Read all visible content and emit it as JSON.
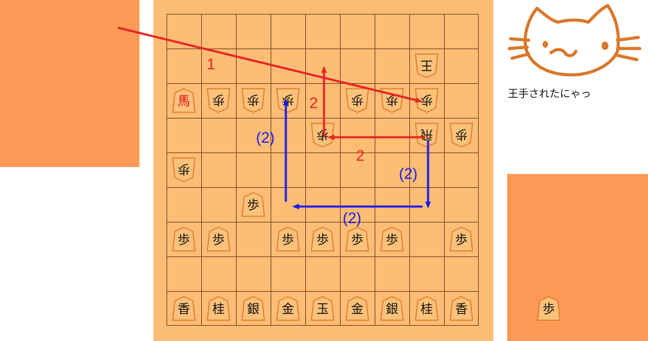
{
  "komadai": {
    "top_label": "",
    "bottom_pieces": [
      "歩"
    ]
  },
  "board": {
    "files": 9,
    "ranks": 9,
    "pieces": [
      {
        "id": "e-king",
        "ch": "王",
        "file": 2,
        "rank": 2,
        "side": "gote"
      },
      {
        "id": "p-horse",
        "ch": "馬",
        "file": 9,
        "rank": 3,
        "side": "sente",
        "promoted": true
      },
      {
        "id": "e-pawn-8",
        "ch": "歩",
        "file": 8,
        "rank": 3,
        "side": "gote"
      },
      {
        "id": "e-pawn-7",
        "ch": "歩",
        "file": 7,
        "rank": 3,
        "side": "gote"
      },
      {
        "id": "e-pawn-6",
        "ch": "歩",
        "file": 6,
        "rank": 3,
        "side": "gote"
      },
      {
        "id": "e-pawn-4",
        "ch": "歩",
        "file": 4,
        "rank": 3,
        "side": "gote"
      },
      {
        "id": "e-pawn-3",
        "ch": "歩",
        "file": 3,
        "rank": 3,
        "side": "gote"
      },
      {
        "id": "e-pawn-2",
        "ch": "歩",
        "file": 2,
        "rank": 3,
        "side": "gote"
      },
      {
        "id": "e-pawn-5",
        "ch": "歩",
        "file": 5,
        "rank": 4,
        "side": "gote"
      },
      {
        "id": "e-rook",
        "ch": "飛",
        "file": 2,
        "rank": 4,
        "side": "gote"
      },
      {
        "id": "e-pawn-1",
        "ch": "歩",
        "file": 1,
        "rank": 4,
        "side": "gote"
      },
      {
        "id": "e-pawn-9",
        "ch": "歩",
        "file": 9,
        "rank": 5,
        "side": "gote"
      },
      {
        "id": "s-pawn-7",
        "ch": "歩",
        "file": 7,
        "rank": 6,
        "side": "sente"
      },
      {
        "id": "s-pawn-9",
        "ch": "歩",
        "file": 9,
        "rank": 7,
        "side": "sente"
      },
      {
        "id": "s-pawn-8",
        "ch": "歩",
        "file": 8,
        "rank": 7,
        "side": "sente"
      },
      {
        "id": "s-pawn-6",
        "ch": "歩",
        "file": 6,
        "rank": 7,
        "side": "sente"
      },
      {
        "id": "s-pawn-5",
        "ch": "歩",
        "file": 5,
        "rank": 7,
        "side": "sente"
      },
      {
        "id": "s-pawn-4",
        "ch": "歩",
        "file": 4,
        "rank": 7,
        "side": "sente"
      },
      {
        "id": "s-pawn-3",
        "ch": "歩",
        "file": 3,
        "rank": 7,
        "side": "sente"
      },
      {
        "id": "s-pawn-1",
        "ch": "歩",
        "file": 1,
        "rank": 7,
        "side": "sente"
      },
      {
        "id": "s-lance-9",
        "ch": "香",
        "file": 9,
        "rank": 9,
        "side": "sente"
      },
      {
        "id": "s-knight-8",
        "ch": "桂",
        "file": 8,
        "rank": 9,
        "side": "sente"
      },
      {
        "id": "s-silver-7",
        "ch": "銀",
        "file": 7,
        "rank": 9,
        "side": "sente"
      },
      {
        "id": "s-gold-6",
        "ch": "金",
        "file": 6,
        "rank": 9,
        "side": "sente"
      },
      {
        "id": "s-king",
        "ch": "玉",
        "file": 5,
        "rank": 9,
        "side": "sente"
      },
      {
        "id": "s-gold-4",
        "ch": "金",
        "file": 4,
        "rank": 9,
        "side": "sente"
      },
      {
        "id": "s-silver-3",
        "ch": "銀",
        "file": 3,
        "rank": 9,
        "side": "sente"
      },
      {
        "id": "s-knight-2",
        "ch": "桂",
        "file": 2,
        "rank": 9,
        "side": "sente"
      },
      {
        "id": "s-lance-1",
        "ch": "香",
        "file": 1,
        "rank": 9,
        "side": "sente"
      }
    ]
  },
  "arrows": {
    "labels": {
      "move1": "1",
      "move2_up": "2",
      "move2_left": "2",
      "alt_up": "(2)",
      "alt_down": "(2)",
      "alt_left": "(2)"
    }
  },
  "caption": "王手されたにゃっ",
  "colors": {
    "komadai": "#fe9a56",
    "board": "#fdbd75",
    "red_arrow": "#e82222",
    "blue_arrow": "#1a1aee",
    "piece_fill": "#fdc27a",
    "piece_edge": "#e07a2a"
  }
}
